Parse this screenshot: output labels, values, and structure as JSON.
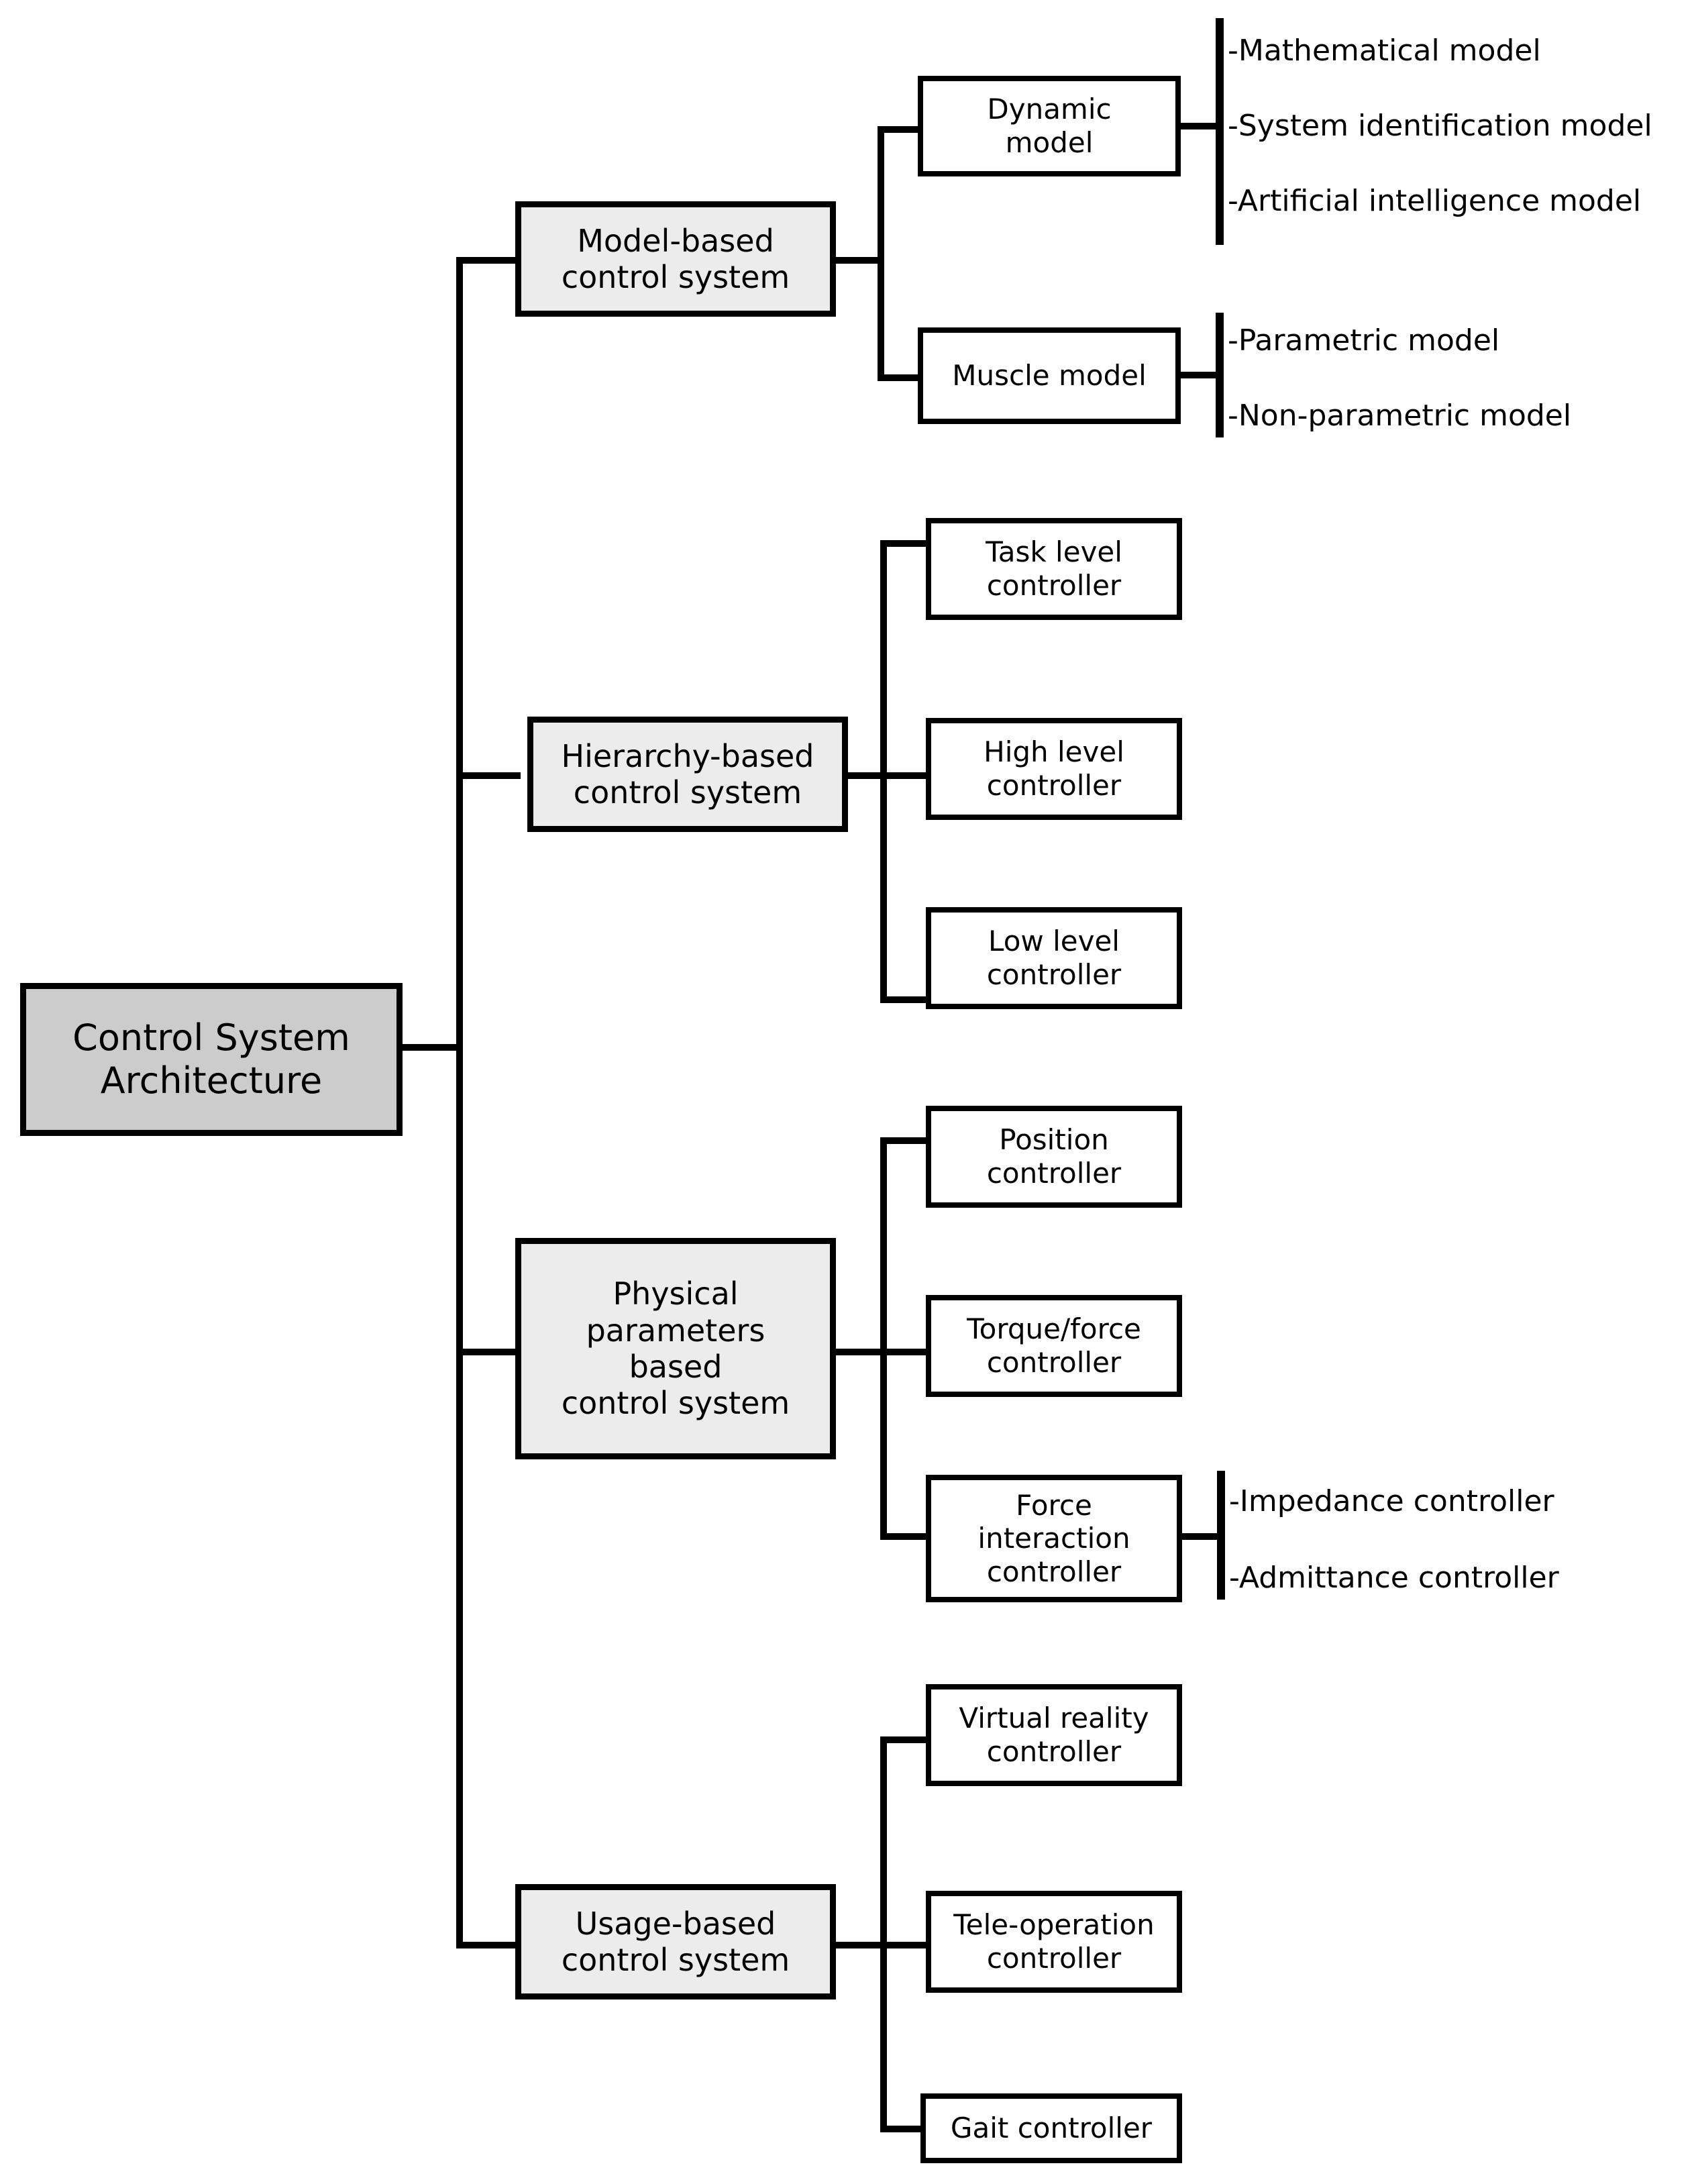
{
  "diagram": {
    "title": "Control System Architecture",
    "type": "hierarchy-tree",
    "root": {
      "label": "Control System\nArchitecture",
      "fill": "#cccccc"
    },
    "branches": [
      {
        "label": "Model-based\ncontrol system",
        "fill": "#ececec",
        "children": [
          {
            "label": "Dynamic\nmodel",
            "leaves": [
              "-Mathematical model",
              "-System identification model",
              "-Artificial intelligence model"
            ]
          },
          {
            "label": "Muscle model",
            "leaves": [
              "-Parametric model",
              "-Non-parametric model"
            ]
          }
        ]
      },
      {
        "label": "Hierarchy-based\ncontrol system",
        "fill": "#ececec",
        "children": [
          {
            "label": "Task level\ncontroller",
            "leaves": []
          },
          {
            "label": "High level\ncontroller",
            "leaves": []
          },
          {
            "label": "Low level\ncontroller",
            "leaves": []
          }
        ]
      },
      {
        "label": "Physical\nparameters\nbased\ncontrol system",
        "fill": "#ececec",
        "children": [
          {
            "label": "Position\ncontroller",
            "leaves": []
          },
          {
            "label": "Torque/force\ncontroller",
            "leaves": []
          },
          {
            "label": "Force\ninteraction\ncontroller",
            "leaves": [
              "-Impedance controller",
              "-Admittance controller"
            ]
          }
        ]
      },
      {
        "label": "Usage-based\ncontrol system",
        "fill": "#ececec",
        "children": [
          {
            "label": "Virtual reality\ncontroller",
            "leaves": []
          },
          {
            "label": "Tele-operation\ncontroller",
            "leaves": []
          },
          {
            "label": "Gait controller",
            "leaves": []
          }
        ]
      }
    ],
    "colors": {
      "line": "#000000",
      "root_fill": "#cccccc",
      "level2_fill": "#ececec",
      "level3_fill": "#ffffff",
      "text": "#000000"
    }
  }
}
